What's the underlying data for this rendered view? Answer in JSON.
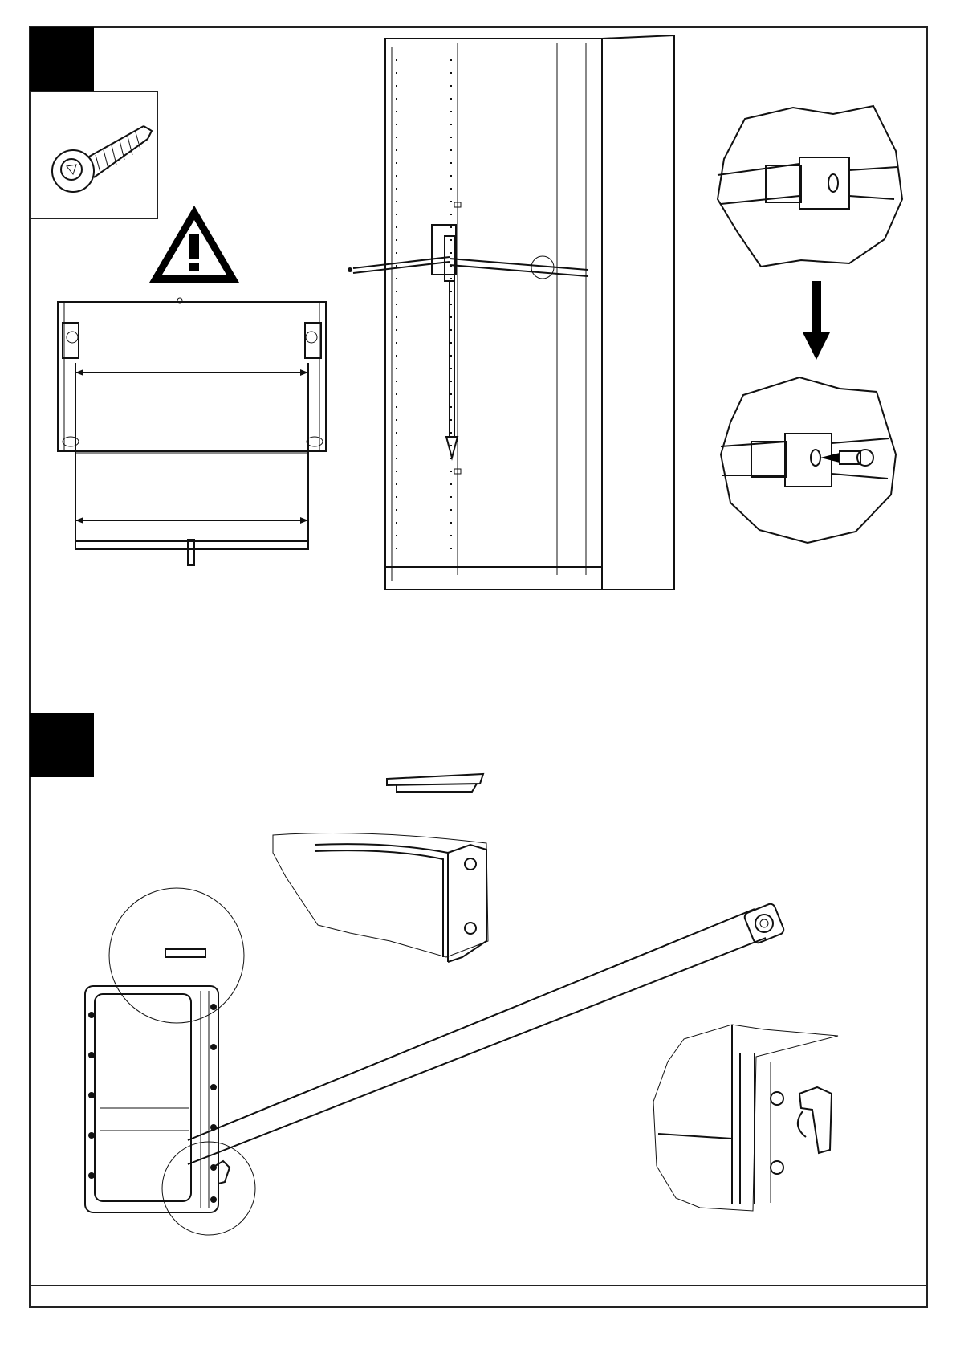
{
  "document": {
    "type": "assembly-instructions",
    "steps": [
      {
        "number": "",
        "label": "step-1"
      },
      {
        "number": "",
        "label": "step-2"
      }
    ]
  },
  "icons": {
    "warning": "warning-triangle-icon",
    "screw": "screw-icon",
    "arrow": "arrow-down-icon"
  },
  "colors": {
    "ink": "#111111",
    "paper": "#ffffff"
  }
}
